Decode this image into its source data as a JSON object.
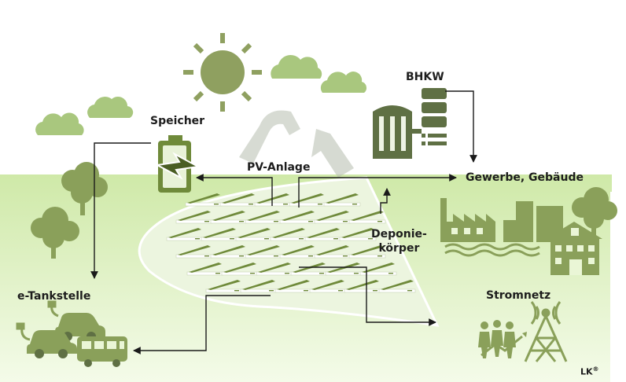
{
  "labels": {
    "speicher": "Speicher",
    "bhkw": "BHKW",
    "pv_anlage": "PV-Anlage",
    "gewerbe": "Gewerbe, Gebäude",
    "deponie_line1": "Deponie-",
    "deponie_line2": "körper",
    "e_tankstelle": "e-Tankstelle",
    "stromnetz": "Stromnetz",
    "logo": "LK",
    "logo_mark": "®"
  },
  "icons": [
    "sun-icon",
    "cloud-icon",
    "battery-icon",
    "lightning-icon",
    "bhkw-plant-icon",
    "tree-icon",
    "factory-icon",
    "building-icon",
    "hospital-icon",
    "car-icon",
    "charging-plug-icon",
    "bus-icon",
    "people-icon",
    "transmission-tower-icon",
    "recycling-icon",
    "solar-panel-icon"
  ],
  "colors": {
    "icon_green": "#8aa05a",
    "cloud_green": "#a9c77e",
    "ground_light": "#eaf6d6",
    "ground_mid": "#cfe9a8",
    "panel_green": "#6f8a3a",
    "arrow": "#1a1a1a",
    "plant_dark": "#5c6e3e"
  }
}
